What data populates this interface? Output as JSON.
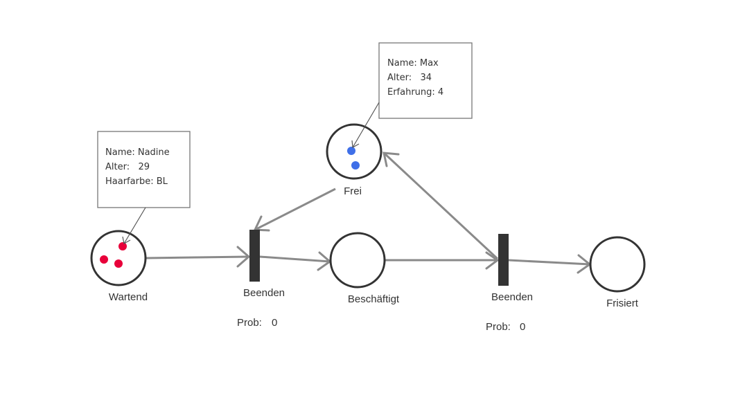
{
  "diagram": {
    "type": "petri-net",
    "places": [
      {
        "id": "wartend",
        "label": "Wartend",
        "tokens": 3,
        "token_color": "#e8003a"
      },
      {
        "id": "frei",
        "label": "Frei",
        "tokens": 2,
        "token_color": "#3f6fe8"
      },
      {
        "id": "beschaeftigt",
        "label": "Beschäftigt",
        "tokens": 0
      },
      {
        "id": "frisiert",
        "label": "Frisiert",
        "tokens": 0
      }
    ],
    "transitions": [
      {
        "id": "t1",
        "label": "Beenden",
        "prob_label": "Prob:",
        "prob_value": "0"
      },
      {
        "id": "t2",
        "label": "Beenden",
        "prob_label": "Prob:",
        "prob_value": "0"
      }
    ],
    "arcs": [
      {
        "from": "wartend",
        "to": "t1"
      },
      {
        "from": "frei",
        "to": "t1"
      },
      {
        "from": "t1",
        "to": "beschaeftigt"
      },
      {
        "from": "beschaeftigt",
        "to": "t2"
      },
      {
        "from": "t2",
        "to": "frei"
      },
      {
        "from": "t2",
        "to": "frisiert"
      }
    ],
    "tooltips": [
      {
        "target": "wartend",
        "lines": [
          "Name: Nadine",
          "Alter:   29",
          "Haarfarbe: BL"
        ]
      },
      {
        "target": "frei",
        "lines": [
          "Name: Max",
          "Alter:   34",
          "Erfahrung: 4"
        ]
      }
    ]
  }
}
